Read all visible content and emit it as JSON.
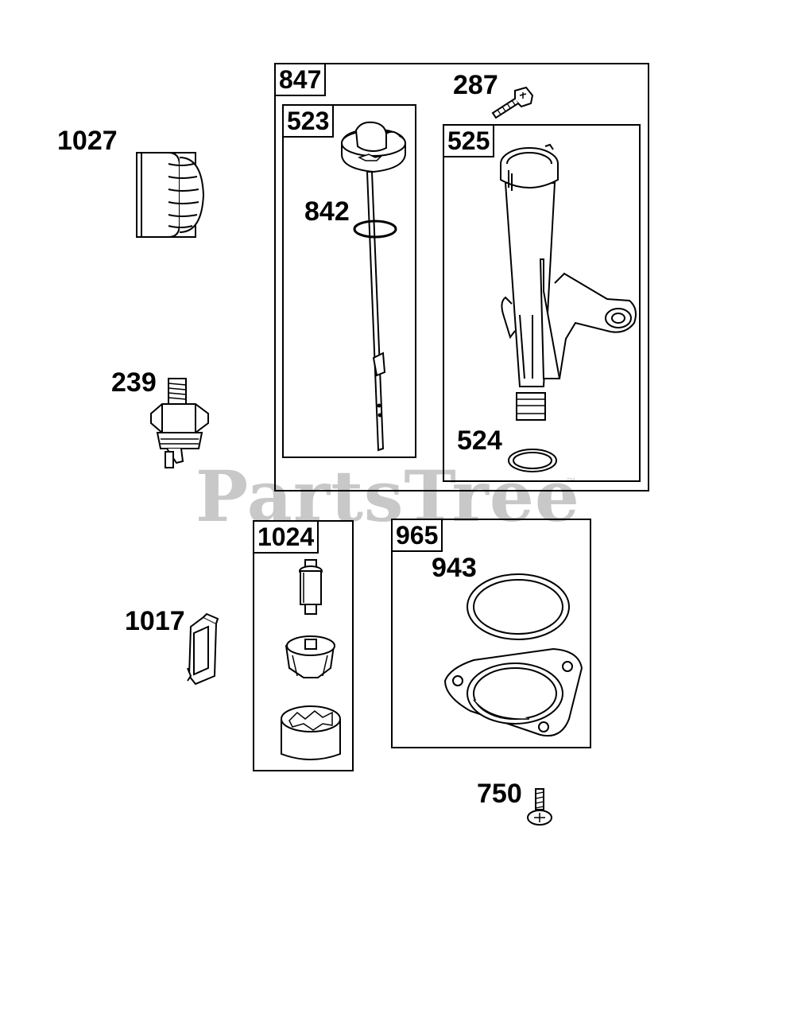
{
  "watermark": {
    "text": "PartsTree",
    "tm": "™"
  },
  "boxes": {
    "b847": "847",
    "b523": "523",
    "b525": "525",
    "b1024": "1024",
    "b965": "965"
  },
  "callouts": {
    "c1027": "1027",
    "c287": "287",
    "c842": "842",
    "c239": "239",
    "c524": "524",
    "c943": "943",
    "c1017": "1017",
    "c750": "750"
  },
  "icons": {
    "oil_filter": "oil-filter-icon",
    "screw": "screw-icon",
    "dipstick_cap": "dipstick-cap-icon",
    "dipstick_tube": "dipstick-tube-icon",
    "pressure_switch": "oil-pressure-switch-icon",
    "adapter": "oil-filter-adapter-icon",
    "gasket": "gasket-icon",
    "flange": "flange-plate-icon",
    "clip": "clip-icon",
    "o_ring": "o-ring-icon"
  }
}
